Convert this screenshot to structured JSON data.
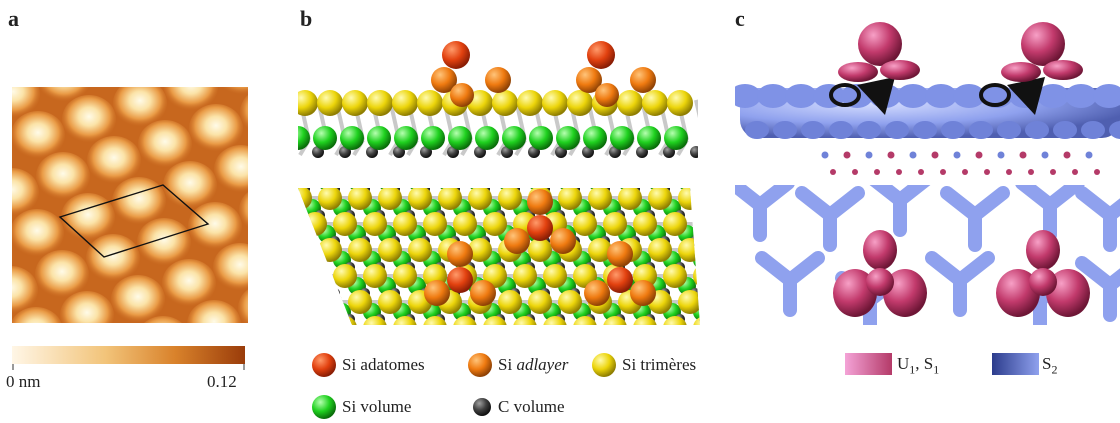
{
  "panels": {
    "a": {
      "letter": "a",
      "colorbar": {
        "min_label": "0 nm",
        "max_label": "0.12",
        "gradient": [
          "#fff6e6",
          "#f2c47a",
          "#d9822b",
          "#9a3c0a"
        ]
      }
    },
    "b": {
      "letter": "b",
      "legend": [
        {
          "text": "Si adatomes",
          "color": "#e2410f"
        },
        {
          "text_pre": "Si ",
          "text_em": "adlayer",
          "color": "#ef7a10"
        },
        {
          "text": "Si trimères",
          "color": "#ecd50a"
        },
        {
          "text": "Si volume",
          "color": "#1fd11f"
        },
        {
          "text": "C volume",
          "color": "#404040"
        }
      ]
    },
    "c": {
      "letter": "c",
      "legend": [
        {
          "main": "U",
          "sub1": "1",
          "sep": ", S",
          "sub2": "1",
          "colors": [
            "#f4a3d7",
            "#b43a68"
          ]
        },
        {
          "main": "S",
          "sub1": "2",
          "colors": [
            "#2c3c8c",
            "#8fa1ee"
          ]
        }
      ]
    }
  },
  "colors": {
    "stm_bg": "#c7671e",
    "stm_bump": "#fff5d8",
    "si_adatom": "#e2410f",
    "si_adlayer": "#ef7a10",
    "si_trimer": "#ecd50a",
    "si_volume": "#1fd11f",
    "c_volume": "#404040",
    "orbital_u1": "#c23a6c",
    "orbital_s2": "#8fa1ee"
  }
}
